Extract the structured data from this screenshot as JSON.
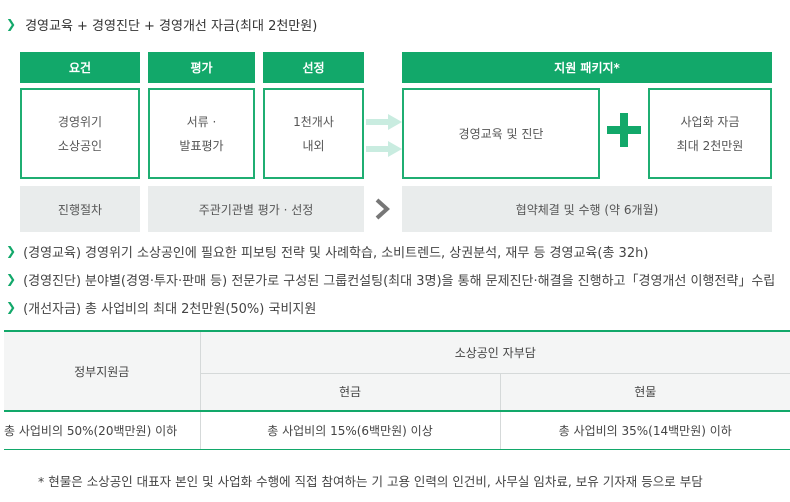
{
  "title": "경영교육 + 경영진단 + 경영개선 자금(최대 2천만원)",
  "headers": {
    "requirement": "요건",
    "evaluation": "평가",
    "selection": "선정",
    "package": "지원 패키지*"
  },
  "boxes": {
    "requirement": "경영위기\n소상공인",
    "evaluation": "서류 ·\n발표평가",
    "selection": "1천개사\n내외",
    "education": "경영교육 및 진단",
    "fund": "사업화 자금\n최대 2천만원"
  },
  "process": {
    "label": "진행절차",
    "org": "주관기관별 평가 · 선정",
    "contract": "협약체결 및 수행 (약 6개월)"
  },
  "notes": [
    {
      "key": "(경영교육)",
      "text": "경영위기 소상공인에 필요한 피보팅 전략 및 사례학습, 소비트렌드, 상권분석, 재무 등 경영교육(총 32h)"
    },
    {
      "key": "(경영진단)",
      "text": "분야별(경영·투자·판매 등) 전문가로 구성된 그룹컨설팅(최대 3명)을 통해 문제진단·해결을 진행하고「경영개선 이행전략」수립"
    },
    {
      "key": "(개선자금)",
      "text": "총 사업비의 최대 2천만원(50%) 국비지원"
    }
  ],
  "table": {
    "gov_header": "정부지원금",
    "self_header": "소상공인 자부담",
    "cash_header": "현금",
    "inkind_header": "현물",
    "gov_value": "총 사업비의 50%(20백만원) 이하",
    "cash_value": "총 사업비의 15%(6백만원) 이상",
    "inkind_value": "총 사업비의 35%(14백만원) 이하"
  },
  "footnote": "* 현물은 소상공인 대표자 본인 및 사업화 수행에 직접 참여하는 기 고용 인력의 인건비, 사무실 임차료, 보유 기자재 등으로 부담",
  "colors": {
    "accent": "#12a86a",
    "arrow_light": "#c9ece0",
    "grey_bg": "#e9ecec"
  }
}
